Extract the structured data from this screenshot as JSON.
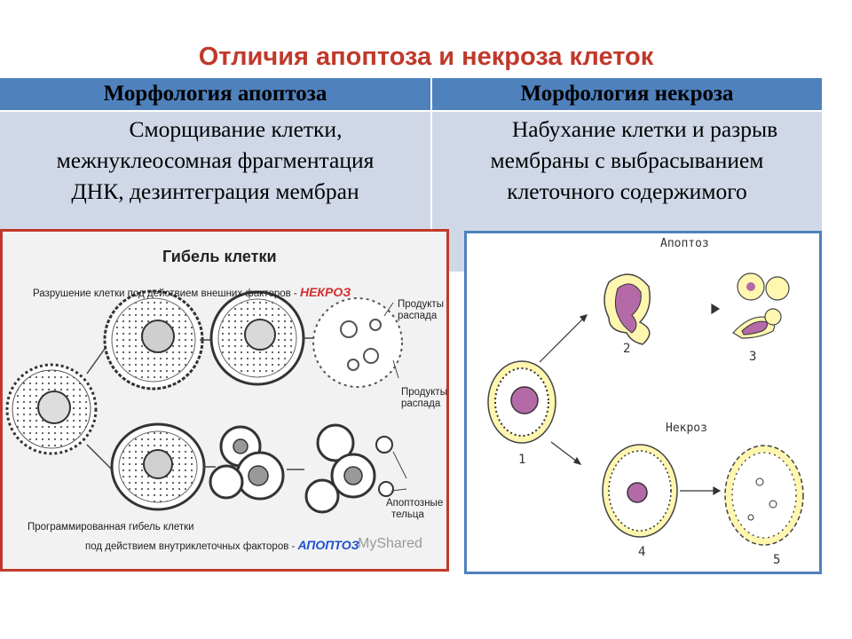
{
  "title": "Отличия апоптоза и некроза клеток",
  "table": {
    "headers": [
      "Морфология апоптоза",
      "Морфология некроза"
    ],
    "apoptosis_lines": [
      "Сморщивание клетки,",
      "межнуклеосомная фрагментация",
      "ДНК, дезинтеграция мембран"
    ],
    "necrosis_lines": [
      "Набухание клетки и разрыв",
      "мембраны с выбрасыванием",
      "клеточного содержимого"
    ]
  },
  "left_figure": {
    "title": "Гибель клетки",
    "necrosis_caption": "Разрушение клетки под действием внешних факторов - ",
    "necrosis_word": "НЕКРОЗ",
    "products_top": [
      "Продукты",
      "распада"
    ],
    "products_mid": [
      "Продукты",
      "распада"
    ],
    "apoptotic_bodies": [
      "Апоптозные",
      "тельца"
    ],
    "programmed_line1": "Программированная гибель клетки",
    "programmed_line2": "под действием внутриклеточных факторов - ",
    "apoptosis_word": "АПОПТОЗ",
    "watermark": "MyShared"
  },
  "right_figure": {
    "apoptosis_label": "Апоптоз",
    "necrosis_label": "Некроз",
    "numbers": [
      "1",
      "2",
      "3",
      "4",
      "5"
    ],
    "colors": {
      "nucleus": "#b56aa8",
      "halo": "#fff6b0",
      "border_blue": "#4f81bd",
      "border_red": "#c0392b"
    }
  }
}
